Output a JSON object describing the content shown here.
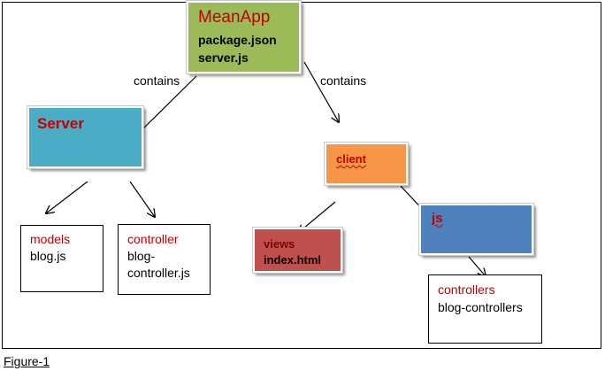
{
  "caption": "Figure-1",
  "nodes": {
    "meanapp": {
      "title": "MeanApp",
      "lines": [
        "package.json",
        "server.js"
      ],
      "color": "#9bbb59"
    },
    "server": {
      "title": "Server",
      "color": "#4bacc6"
    },
    "client": {
      "title": "client",
      "color": "#f79646"
    },
    "js": {
      "title": "js",
      "color": "#4f81bd"
    },
    "views": {
      "title": "views",
      "line": "index.html",
      "color": "#c0504d"
    },
    "models": {
      "title": "models",
      "line": "blog.js"
    },
    "controller": {
      "title": "controller",
      "lines": [
        "blog-",
        "controller.js"
      ]
    },
    "controllers": {
      "title": "controllers",
      "line": "blog-controllers"
    }
  },
  "edge_labels": {
    "left": "contains",
    "right": "contains"
  }
}
